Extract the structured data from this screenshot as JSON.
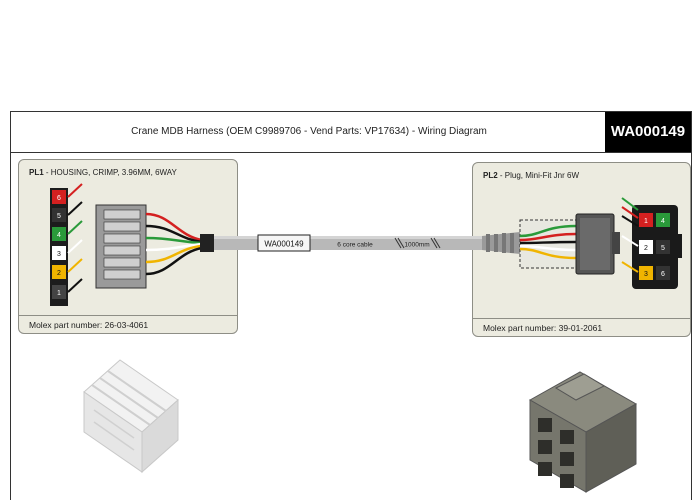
{
  "header": {
    "title": "Crane MDB Harness (OEM C9989706 - Vend Parts: VP17634) - Wiring Diagram",
    "code": "WA000149"
  },
  "pl1": {
    "id": "PL1",
    "description": " - HOUSING, CRIMP, 3.96MM, 6WAY",
    "part_number": "Molex part number: 26-03-4061",
    "pins": [
      "6",
      "5",
      "4",
      "3",
      "2",
      "1"
    ]
  },
  "pl2": {
    "id": "PL2",
    "description": " - Plug, Mini-Fit Jnr 6W",
    "part_number": "Molex part number: 39-01-2061",
    "pins_top": [
      "1",
      "2",
      "3"
    ],
    "pins_bottom": [
      "4",
      "5",
      "6"
    ]
  },
  "cable": {
    "label": "WA000149",
    "type": "6 core cable",
    "length": "1000mm"
  },
  "colors": {
    "panel_bg": "#ecebe0",
    "red": "#d42020",
    "green": "#2a9a3a",
    "white": "#ffffff",
    "yellow": "#f0b400",
    "black": "#111111",
    "cable_grey": "#b4b4b4"
  }
}
